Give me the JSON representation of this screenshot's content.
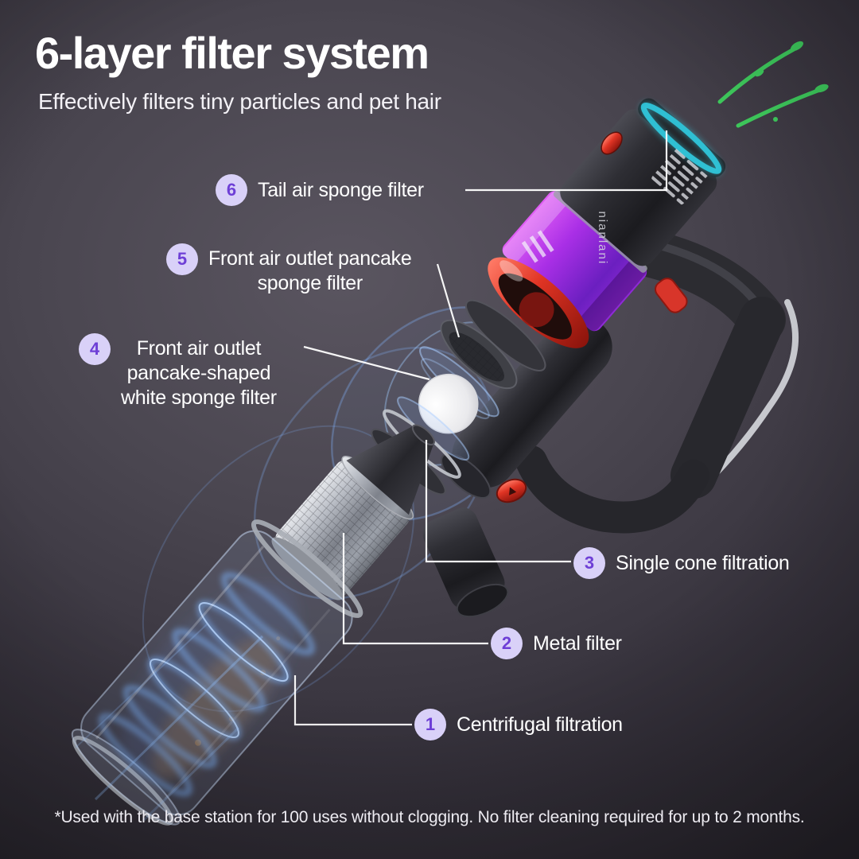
{
  "title": "6-layer filter system",
  "subtitle": "Effectively filters tiny particles and pet hair",
  "footnote": "*Used with the base station for 100 uses without clogging. No filter cleaning required for up to 2 months.",
  "device": {
    "brand_text": "nianlani"
  },
  "colors": {
    "badge_bg": "#d9d1f8",
    "badge_number": "#6e3fd6",
    "label_text": "#ffffff",
    "callout_line": "#ffffff",
    "purple_band": "#a92fe6",
    "red_accent": "#e03424",
    "glow_blue": "#7fb6ff",
    "teal_tail": "#2ec0d4",
    "air_green": "#3fd45f",
    "background_dark": "#242128"
  },
  "callouts": [
    {
      "number": "1",
      "label": "Centrifugal filtration"
    },
    {
      "number": "2",
      "label": "Metal filter"
    },
    {
      "number": "3",
      "label": "Single cone filtration"
    },
    {
      "number": "4",
      "lines": [
        "Front air outlet",
        "pancake-shaped",
        "white sponge filter"
      ]
    },
    {
      "number": "5",
      "lines": [
        "Front air outlet pancake",
        "sponge filter"
      ]
    },
    {
      "number": "6",
      "label": "Tail air sponge filter"
    }
  ]
}
